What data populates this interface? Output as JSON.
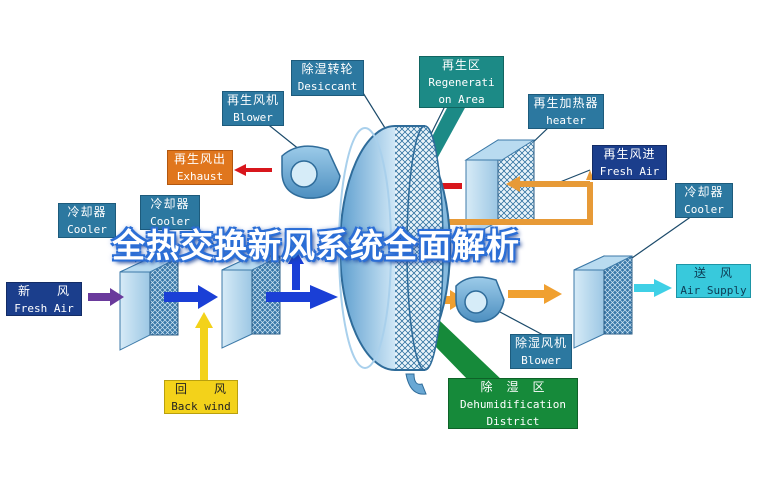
{
  "headline": "全热交换新风系统全面解析",
  "labels": {
    "desiccant": {
      "cn": "除湿转轮",
      "en": "Desiccant"
    },
    "regeneration": {
      "cn": "再生区",
      "en1": "Regenerati",
      "en2": "on Area"
    },
    "blower_top": {
      "cn": "再生风机",
      "en": "Blower"
    },
    "heater": {
      "cn": "再生加热器",
      "en": "heater"
    },
    "exhaust": {
      "cn": "再生风出",
      "en": "Exhaust"
    },
    "fresh_air_in": {
      "cn": "再生风进",
      "en": "Fresh Air"
    },
    "cooler_left": {
      "cn": "冷却器",
      "en": "Cooler"
    },
    "cooler_mid": {
      "cn": "冷却器",
      "en": "Cooler"
    },
    "cooler_right": {
      "cn": "冷却器",
      "en": "Cooler"
    },
    "fresh_air_main": {
      "cn": "新　　风",
      "en": "Fresh Air"
    },
    "air_supply": {
      "cn": "送　风",
      "en": "Air Supply"
    },
    "blower_bottom": {
      "cn": "除湿风机",
      "en": "Blower"
    },
    "back_wind": {
      "cn": "回　　风",
      "en": "Back wind"
    },
    "dehumid": {
      "cn": "除　湿　区",
      "en1": "Dehumidification",
      "en2": "District"
    }
  },
  "colors": {
    "label_blue": "#2c78a0",
    "arrow_blue": "#1a3fd6",
    "arrow_orange": "#f0a030",
    "arrow_red": "#d8161c",
    "arrow_yellow": "#f3d21a",
    "arrow_cyan": "#3fd0e6",
    "arrow_purple": "#6a3a9c"
  }
}
